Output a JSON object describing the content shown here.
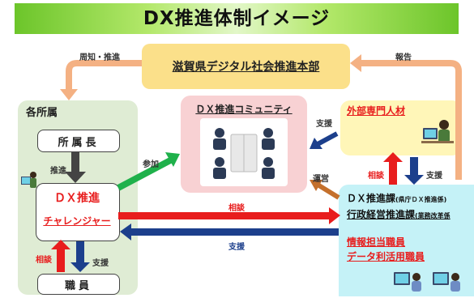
{
  "title": "DX推進体制イメージ",
  "hq": {
    "label": "滋賀県デジタル社会推進本部"
  },
  "left_group": {
    "title": "各所属",
    "head": "所属長",
    "promote": "推進",
    "challenger_line1": "ＤＸ推進",
    "challenger_line2": "チャレンジャー",
    "consult": "相談",
    "support": "支援",
    "staff": "職員"
  },
  "community": {
    "title": "ＤＸ推進コミュニティ"
  },
  "experts": {
    "title": "外部専門人材"
  },
  "dx_dept": {
    "line1": "ＤＸ推進課",
    "line1_note": "(県庁ＤＸ推進係)",
    "line2": "行政経営推進課",
    "line2_note": "(業務改革係",
    "line3": "情報担当職員",
    "line4": "データ利活用職員"
  },
  "labels": {
    "notice": "周知・推進",
    "report": "報告",
    "participate": "参加",
    "support_comm": "支援",
    "operate": "運営",
    "consult_exp": "相談",
    "support_exp": "支援",
    "consult_main": "相談",
    "support_main": "支援"
  },
  "colors": {
    "title_green": "#6cc52a",
    "hq_yellow": "#fbe08a",
    "peach_arrow": "#f4b183",
    "red_arrow": "#e81d1d",
    "navy_arrow": "#1c3f8c",
    "green_arrow": "#1fb14b",
    "brown_arrow": "#c4702c",
    "dark_arrow": "#444444"
  }
}
